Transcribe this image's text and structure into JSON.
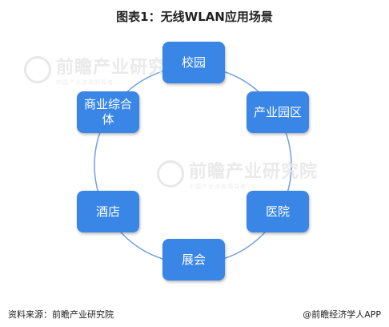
{
  "title": "图表1：无线WLAN应用场景",
  "watermark": {
    "brand": "前瞻产业研究院",
    "sub": "中国产业咨询领导者"
  },
  "diagram": {
    "type": "cycle",
    "nodes": [
      "校园",
      "产业园区",
      "医院",
      "展会",
      "酒店",
      "商业综合体"
    ]
  },
  "footer": {
    "source": "资料来源：前瞻产业研究院",
    "credit": "@前瞻经济学人APP"
  },
  "colors": {
    "node_fill": "#3a86e6",
    "ring_stroke": "#6f9fe0"
  }
}
